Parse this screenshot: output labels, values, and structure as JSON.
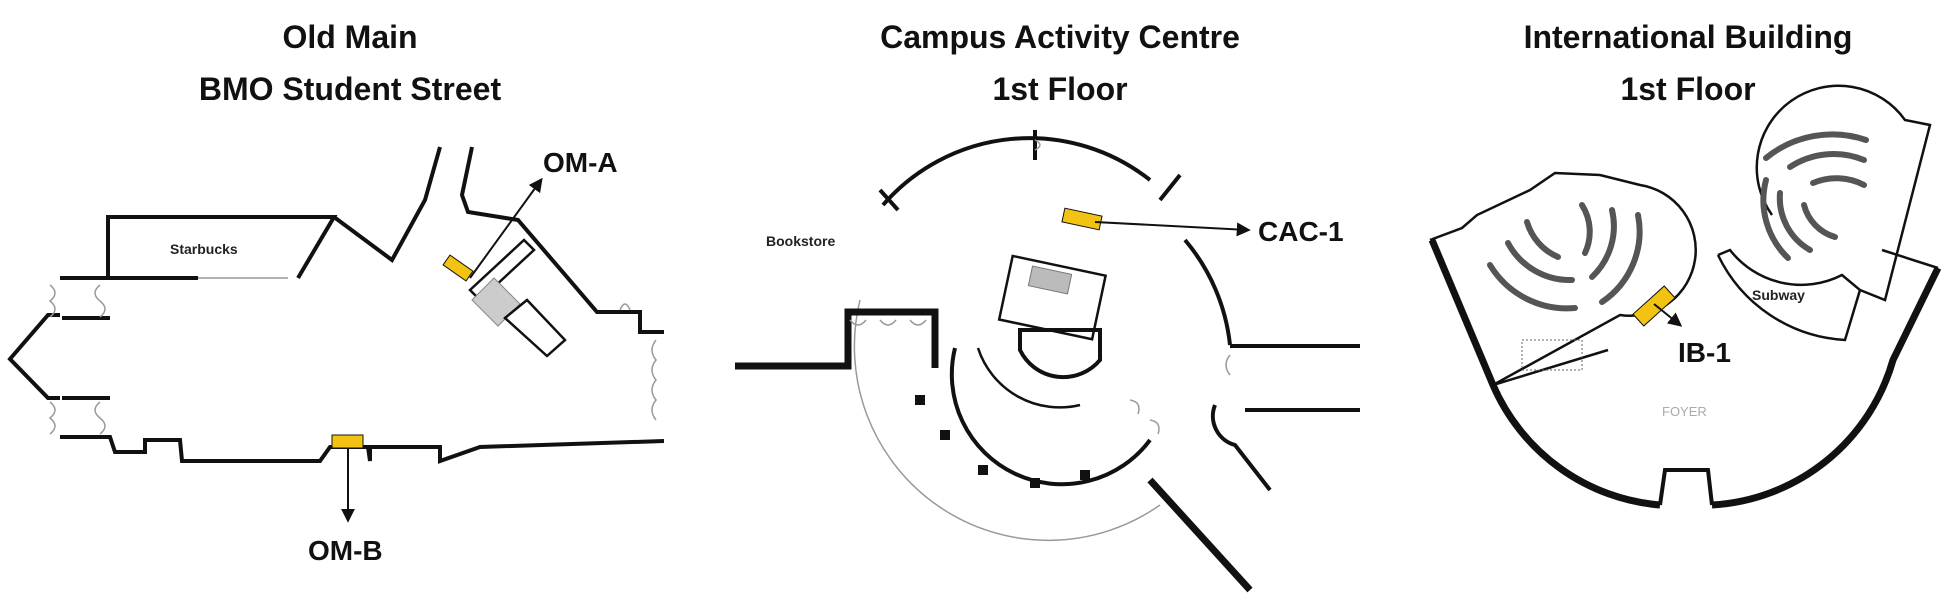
{
  "colors": {
    "marker": "#f2c313",
    "wall": "#111111",
    "accent_gray": "#aaaaaa"
  },
  "panels": [
    {
      "title_line1": "Old Main",
      "title_line2": "BMO Student Street",
      "rooms": [
        "Starbucks"
      ],
      "markers": [
        "OM-A",
        "OM-B"
      ]
    },
    {
      "title_line1": "Campus Activity Centre",
      "title_line2": "1st Floor",
      "rooms": [
        "Bookstore"
      ],
      "markers": [
        "CAC-1"
      ]
    },
    {
      "title_line1": "International Building",
      "title_line2": "1st Floor",
      "rooms": [
        "Subway",
        "FOYER"
      ],
      "markers": [
        "IB-1"
      ]
    }
  ]
}
